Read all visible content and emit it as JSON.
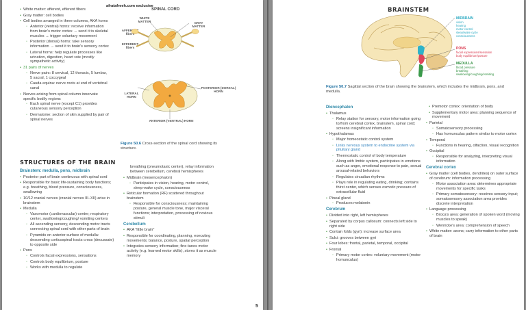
{
  "left": {
    "watermark": "afratafreeh.com exclusive",
    "col1": {
      "top_items": [
        "White matter: afferent, efferent fibers",
        "Gray matter: cell bodies",
        "Cell bodies arranged in three columns, AKA horns"
      ],
      "horns": [
        "Anterior (ventral) horns: receive information from brain's motor cortex → send it to skeletal muscles → trigger voluntary movement",
        "Posterior (dorsal) horns: take sensory information → send it to brain's sensory cortex",
        "Lateral horns: help regulate processes like urination, digestion, heart rate (mostly sympathetic activity)"
      ],
      "nerves_title": "31 pairs of nerves",
      "nerves": [
        "Nerve pairs: 8 cervical, 12 thoracic, 5 lumbar, 5 sacral, 1 coccygeal",
        "Cauda equina: nerve roots at end of vertebral canal"
      ],
      "regions_item": "Nerves arising from spinal column innervate specific bodily regions",
      "regions": [
        "Each spinal nerve (except C1) provides cutaneous sensory perception",
        "Dermatome: section of skin supplied by pair of spinal nerves"
      ]
    },
    "figure": {
      "title": "SPINAL CORD",
      "white_matter": "WHITE MATTER",
      "gray_matter": "GRAY MATTER",
      "afferent": "AFFERENT fibers",
      "efferent": "EFFERENT fibers",
      "lateral_horn": "LATERAL HORN",
      "posterior_horn": "POSTERIOR (DORSAL) HORN",
      "anterior_horn": "ANTERIOR (VENTRAL) HORN",
      "caption_label": "Figure 50.6",
      "caption_text": "Cross-section of the spinal cord showing its structure."
    },
    "structures": {
      "title": "STRUCTURES OF THE BRAIN",
      "subhead": "Brainstem: medulla, pons, midbrain",
      "items": [
        "Posterior part of brain continuous with spinal cord",
        "Responsible for basic life-sustaining body functions; e.g. breathing, blood pressure, consciousness, swallowing",
        "10/12 cranial nerves (cranial nerves III–XII) arise in brainstem",
        "Medulla"
      ],
      "medulla": [
        "Vasomotor (cardiovascular) center; respiratory center, swallowing/coughing/ vomiting centers",
        "All ascending sensory, descending motor tracts connecting spinal cord with other parts of brain",
        "Pyramids on anterior surface of medulla: descending corticospinal tracts cross (decussate) to opposite side"
      ],
      "pons": "Pons",
      "pons_items": [
        "Controls facial expressions, sensations",
        "Controls body equilibrium, posture",
        "Works with medulla to regulate"
      ]
    },
    "col2": {
      "lead": "breathing (pneumotaxic center), relay information between cerebellum, cerebral hemispheres",
      "midbrain": "Midbrain (mesencephalon)",
      "midbrain_items": [
        "Participates in vision, hearing, motor control, sleep-wake cycle, consciousness"
      ],
      "rf": "Reticular formation (RF) scattered throughout brainstem",
      "rf_items": [
        "Responsible for consciousness; maintaining posture, general muscle tone, major visceral functions; interpretation, processing of noxious stimuli"
      ],
      "cerebellum": "Cerebellum",
      "cerebellum_items": [
        "AKA \"little brain\"",
        "Responsible for coordinating, planning, executing movements; balance, posture, spatial perception",
        "Integrates sensory information; fine-tunes motor activity (e.g. learned motor skills), stores it as muscle memory"
      ]
    },
    "page_number": "5"
  },
  "right": {
    "figure": {
      "title": "BRAINSTEM",
      "midbrain": "MIDBRAIN",
      "midbrain_items": [
        "vision",
        "hearing",
        "motor control",
        "sleep/wake cycle",
        "consciousness"
      ],
      "pons": "PONS",
      "pons_items": [
        "facial expressions/sensation",
        "body equilibrium/posture"
      ],
      "medulla": "MEDULLA",
      "medulla_items": [
        "blood pressure",
        "breathing",
        "swallowing/coughing/vomiting"
      ],
      "caption_label": "Figure 50.7",
      "caption_text": "Sagittal section of the brain showing the brainstem, which includes the midbrain, pons, and medulla."
    },
    "col1": {
      "diencephalon": "Diencephalon",
      "thalamus": "Thalamus",
      "thalamus_items": [
        "Relay station for sensory, motor information going to/from cerebral cortex, brainstem, spinal cord; screens insignificant information"
      ],
      "hypothalamus": "Hypothalamus",
      "hypothalamus_items": [
        "Major homeostatic control system",
        "Links nervous system to endocrine system via pituitary gland",
        "Thermostatic control of body temperature",
        "Along with limbic system, participates in emotions such as anger, emotional response to pain, sexual arousal-related behaviors",
        "Regulates circadian rhythms",
        "Plays role in regulating eating, drinking; contains thirst center, which senses osmotic pressure of extracellular fluid"
      ],
      "pineal": "Pineal gland",
      "pineal_items": [
        "Produces melatonin"
      ],
      "cerebrum": "Cerebrum",
      "cerebrum_items": [
        "Divided into right, left hemispheres",
        "Separated by corpus callosum: connects left side to right side",
        "Contain folds (gyri): increase surface area",
        "Sulci: grooves between gyri",
        "Four lobes: frontal, parietal, temporal, occipital",
        "Frontal"
      ],
      "frontal_items": [
        "Primary motor cortex: voluntary movement (motor homunculus)"
      ]
    },
    "col2": {
      "frontal_more": [
        "Premotor cortex: orientation of body",
        "Supplementary motor area: planning sequence of movement"
      ],
      "parietal": "Parietal",
      "parietal_items": [
        "Somatosensory processing",
        "Has homunculus pattern similar to motor cortex"
      ],
      "temporal": "Temporal",
      "temporal_items": [
        "Functions in hearing, olfaction, visual recognition"
      ],
      "occipital": "Occipital",
      "occipital_items": [
        "Responsible for analyzing, interpreting visual information"
      ],
      "cortex_head": "Cerebral cortex",
      "cortex_items": [
        "Gray matter (cell bodies, dendrites) on outer surface of cerebrum: information processing"
      ],
      "cortex_sub": [
        "Motor association area: determines appropriate movements for specific tasks",
        "Primary somatosensory: receives sensory input; somatosensory association area provides discrete interpretation"
      ],
      "language": "Language processing",
      "language_items": [
        "Broca's area: generation of spoken word (moving muscles to speak)",
        "Wernicke's area: comprehension of speech"
      ],
      "white": "White matter: axons; carry information to other parts of brain"
    }
  }
}
